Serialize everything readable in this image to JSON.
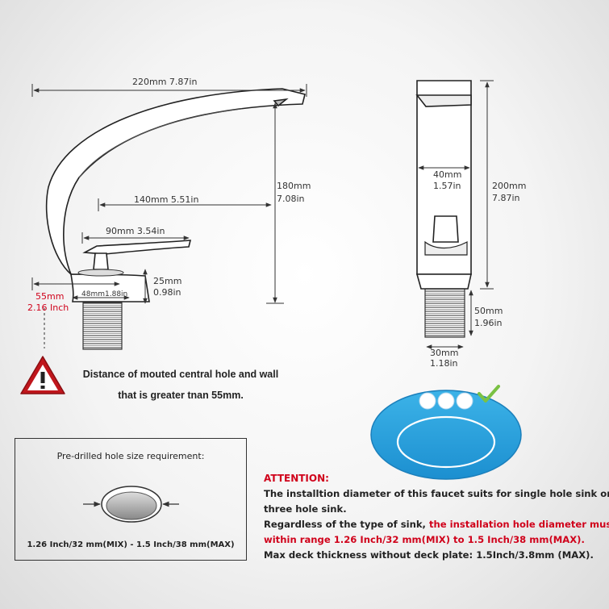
{
  "side_view": {
    "total_length": "220mm  7.87in",
    "height": "180mm",
    "height_in": "7.08in",
    "reach": "140mm  5.51in",
    "handle_length": "90mm  3.54in",
    "base_height": "25mm",
    "base_height_in": "0.98in",
    "base_diameter": "48mm",
    "base_diameter_in": "1.88in",
    "wall_distance": "55mm",
    "wall_distance_in": "2.16 Inch"
  },
  "front_view": {
    "body_width": "40mm",
    "body_width_in": "1.57in",
    "height": "200mm",
    "height_in": "7.87in",
    "thread_length": "50mm",
    "thread_length_in": "1.96in",
    "thread_diameter": "30mm",
    "thread_diameter_in": "1.18in"
  },
  "warning": {
    "line1": "Distance of mouted central hole and wall",
    "line2": "that is greater tnan 55mm."
  },
  "hole_requirement": {
    "title": "Pre-drilled hole size requirement:",
    "range": "1.26 Inch/32 mm(MIX) - 1.5 Inch/38 mm(MAX)"
  },
  "notes": {
    "heading": "ATTENTION:",
    "line1": "The installtion diameter of this faucet suits for single hole sink or",
    "line2": "three hole sink.",
    "line3_a": "Regardless of the type of sink, ",
    "line3_b": "the installation hole diameter must be",
    "line4": "within range 1.26 Inch/32 mm(MIX) to 1.5 Inch/38 mm(MAX).",
    "line5": "Max deck thickness without deck plate: 1.5Inch/3.8mm (MAX)."
  },
  "colors": {
    "accent_red": "#d0021b",
    "sink_blue": "#29a3dc",
    "check_green": "#7ac143"
  }
}
